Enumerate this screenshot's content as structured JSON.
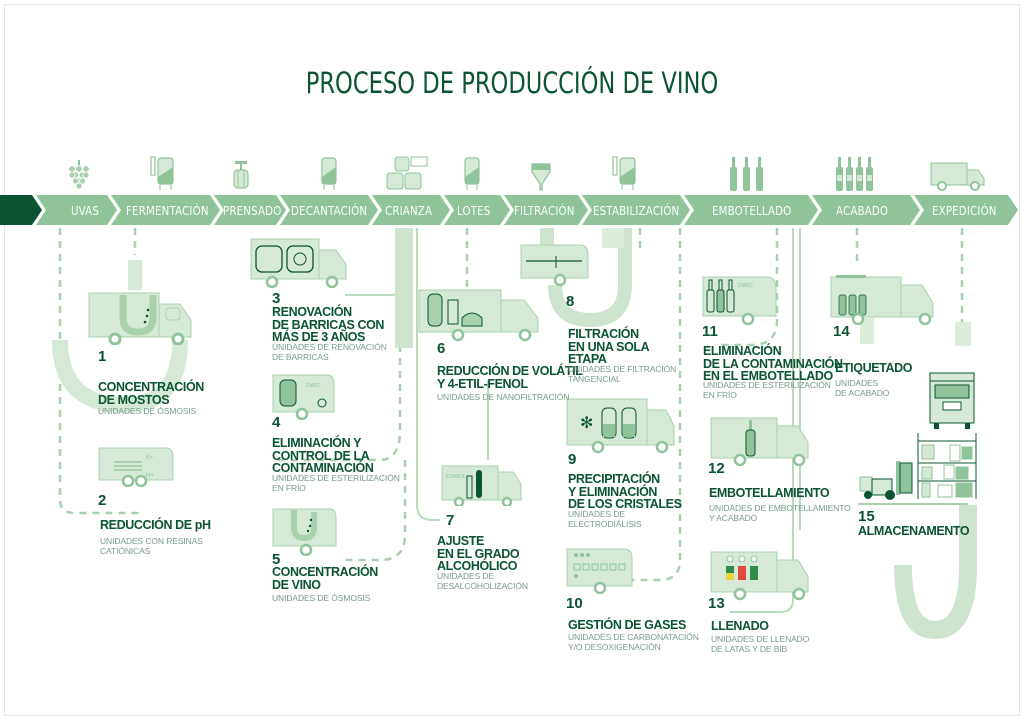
{
  "title": "PROCESO DE PRODUCCIÓN DE VINO",
  "colors": {
    "dark_green": "#0b5433",
    "bar_green": "#8fc39a",
    "light_green": "#d6e8d6",
    "mid_green": "#a9d1ae",
    "text_grey": "#7a9a8a"
  },
  "stages": [
    {
      "label": "UVAS",
      "icon": "grapes-icon"
    },
    {
      "label": "FERMENTACIÓN",
      "icon": "fermentation-tank-icon"
    },
    {
      "label": "PRENSADO",
      "icon": "press-icon"
    },
    {
      "label": "DECANTACIÓN",
      "icon": "tank-icon"
    },
    {
      "label": "CRIANZA",
      "icon": "barrels-icon"
    },
    {
      "label": "LOTES",
      "icon": "tank-icon"
    },
    {
      "label": "FILTRACIÓN",
      "icon": "filter-funnel-icon"
    },
    {
      "label": "ESTABILIZACIÓN",
      "icon": "cooling-tank-icon"
    },
    {
      "label": "EMBOTELLADO",
      "icon": "bottles-icon"
    },
    {
      "label": "ACABADO",
      "icon": "labelled-bottles-icon"
    },
    {
      "label": "EXPEDICIÓN",
      "icon": "delivery-truck-icon"
    }
  ],
  "steps": [
    {
      "number": "1",
      "title": [
        "CONCENTRACIÓN",
        "DE MOSTOS"
      ],
      "subtitle": [
        "UNIDADES DE ÓSMOSIS"
      ]
    },
    {
      "number": "2",
      "title": [
        "REDUCCIÓN DE pH"
      ],
      "subtitle": [
        "UNIDADES CON RESINAS",
        "CATIÓNICAS"
      ]
    },
    {
      "number": "3",
      "title": [
        "RENOVACIÓN",
        "DE BARRICAS  CON",
        "MÁS DE 3 AÑOS"
      ],
      "subtitle": [
        "UNIDADES DE RENOVACIÓN",
        "DE BARRICAS"
      ]
    },
    {
      "number": "4",
      "title": [
        "ELIMINACIÓN Y",
        "CONTROL DE LA",
        "CONTAMINACIÓN"
      ],
      "subtitle": [
        "UNIDADES DE ESTERILIZACIÓN",
        "EN FRÍO"
      ]
    },
    {
      "number": "5",
      "title": [
        "CONCENTRACIÓN",
        "DE VINO"
      ],
      "subtitle": [
        "UNIDADES DE ÓSMOSIS"
      ]
    },
    {
      "number": "6",
      "title": [
        "REDUCCIÓN DE VOLÁTIL",
        "Y 4-ETIL-FENOL"
      ],
      "subtitle": [
        "UNIDADES DE NANOFILTRACIÓN"
      ]
    },
    {
      "number": "7",
      "title": [
        "AJUSTE",
        "EN EL GRADO",
        "ALCOHÓLICO"
      ],
      "subtitle": [
        "UNIDADES DE",
        "DESALCOHOLIZACIÓN"
      ]
    },
    {
      "number": "8",
      "title": [
        "FILTRACIÓN",
        "EN UNA SOLA",
        "ETAPA"
      ],
      "subtitle": [
        "UNIDADES DE FILTRACIÓN",
        "TANGENCIAL"
      ]
    },
    {
      "number": "9",
      "title": [
        "PRECIPITACIÓN",
        "Y ELIMINACIÓN",
        "DE LOS CRISTALES"
      ],
      "subtitle": [
        "UNIDADES DE",
        "ELECTRODIÁLISIS"
      ]
    },
    {
      "number": "10",
      "title": [
        "GESTIÓN DE GASES"
      ],
      "subtitle": [
        "UNIDADES DE CARBONATACIÓN",
        "Y/O DESOXIGENACIÓN"
      ]
    },
    {
      "number": "11",
      "title": [
        "ELIMINACIÓN",
        "DE LA CONTAMINACIÓN",
        "EN EL EMBOTELLADO"
      ],
      "subtitle": [
        "UNIDADES DE ESTERILIZACIÓN",
        "EN FRÍO"
      ]
    },
    {
      "number": "12",
      "title": [
        "EMBOTELLAMIENTO"
      ],
      "subtitle": [
        "UNIDADES DE EMBOTELLAMIENTO",
        "Y ACABADO"
      ]
    },
    {
      "number": "13",
      "title": [
        "LLENADO"
      ],
      "subtitle": [
        "UNIDADES DE LLENADO",
        "DE LATAS Y DE BIB"
      ]
    },
    {
      "number": "14",
      "title": [
        "ETIQUETADO"
      ],
      "subtitle": [
        "UNIDADES",
        "DE ACABADO"
      ]
    },
    {
      "number": "15",
      "title": [
        "ALMACENAMENTO"
      ],
      "subtitle": []
    }
  ],
  "icon_texts": {
    "dmdc": "DMDC",
    "etanol": "ETANOL",
    "k_plus": "K+",
    "h_plus": "H+"
  }
}
